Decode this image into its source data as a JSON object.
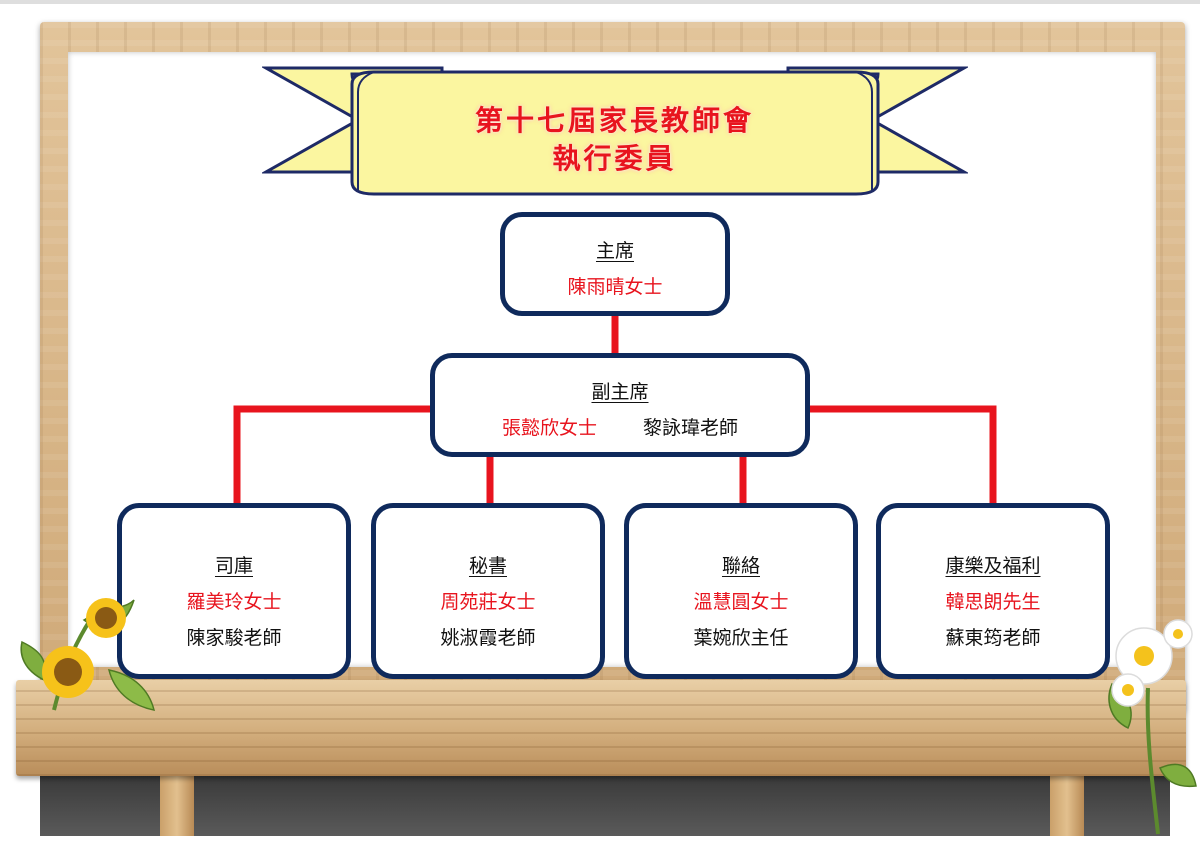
{
  "banner": {
    "title_line1": "第十七屆家長教師會",
    "title_line2": "執行委員"
  },
  "colors": {
    "box_border": "#0f2a5c",
    "connector": "#e8141e",
    "highlight_name": "#e8141e",
    "banner_fill": "#fbf6a0"
  },
  "chairman": {
    "role": "主席",
    "name": "陳雨晴女士"
  },
  "vice_chairman": {
    "role": "副主席",
    "name_parent": "張懿欣女士",
    "name_teacher": "黎詠瑋老師"
  },
  "committees": [
    {
      "role": "司庫",
      "name_parent": "羅美玲女士",
      "name_teacher": "陳家駿老師"
    },
    {
      "role": "秘書",
      "name_parent": "周苑莊女士",
      "name_teacher": "姚淑霞老師"
    },
    {
      "role": "聯絡",
      "name_parent": "溫慧圓女士",
      "name_teacher": "葉婉欣主任"
    },
    {
      "role": "康樂及福利",
      "name_parent": "韓思朗先生",
      "name_teacher": "蘇東筠老師"
    }
  ]
}
